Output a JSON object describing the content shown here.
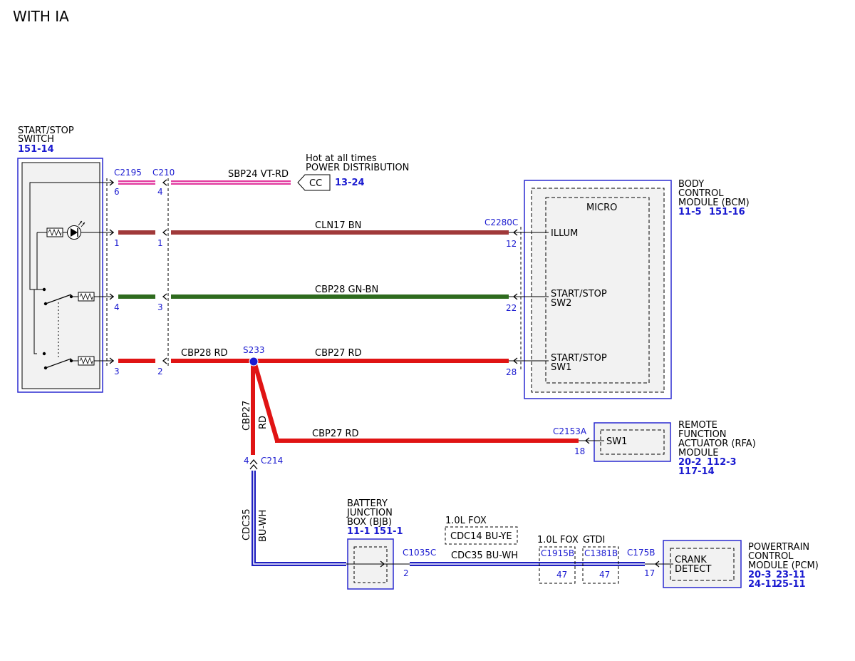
{
  "page_title": "WITH IA",
  "colors": {
    "blue_label": "#1a1ad0",
    "wire_vt_rd": "#e23aa0",
    "wire_bn": "#a0393a",
    "wire_gn_bn": "#2e6b1e",
    "wire_rd": "#e01414",
    "wire_bu_wh": "#2020c0"
  },
  "start_stop_switch": {
    "title_line1": "START/STOP",
    "title_line2": "SWITCH",
    "ref": "151-14",
    "pins": [
      "6",
      "1",
      "4",
      "3"
    ]
  },
  "connectors": {
    "c2195": "C2195",
    "c210": "C210",
    "c2280c": "C2280C",
    "c2153a": "C2153A",
    "c214": "C214",
    "c1035c": "C1035C",
    "c1915b": "C1915B",
    "c1381b": "C1381B",
    "c175b": "C175B"
  },
  "c210_pins": [
    "4",
    "1",
    "3",
    "2"
  ],
  "power": {
    "line1": "Hot at all times",
    "line2": "POWER DISTRIBUTION",
    "cc": "CC",
    "ref": "13-24"
  },
  "wires": {
    "sbp24": "SBP24  VT-RD",
    "cln17": "CLN17  BN",
    "cbp28_gnbn": "CBP28  GN-BN",
    "cbp28_rd": "CBP28  RD",
    "cbp27_rd": "CBP27  RD",
    "cbp27_rd_rfa": "CBP27  RD",
    "cbp27_vert_a": "CBP27",
    "cbp27_vert_b": "RD",
    "cdc35_vert_a": "CDC35",
    "cdc35_vert_b": "BU-WH",
    "cdc35_bottom": "CDC35  BU-WH"
  },
  "splice": "S233",
  "bcm": {
    "line1": "BODY",
    "line2": "CONTROL",
    "line3": "MODULE (BCM)",
    "ref1": "11-5",
    "ref2": "151-16",
    "micro": "MICRO",
    "illum": "ILLUM",
    "sw2_a": "START/STOP",
    "sw2_b": "SW2",
    "sw1_a": "START/STOP",
    "sw1_b": "SW1",
    "pins": [
      "12",
      "22",
      "28"
    ]
  },
  "rfa": {
    "line1": "REMOTE",
    "line2": "FUNCTION",
    "line3": "ACTUATOR (RFA)",
    "line4": "MODULE",
    "ref1": "20-2",
    "ref2": "112-3",
    "ref3": "117-14",
    "sw1": "SW1",
    "pin": "18"
  },
  "c214_pin": "4",
  "bjb": {
    "line1": "BATTERY",
    "line2": "JUNCTION",
    "line3": "BOX (BJB)",
    "ref1": "11-1",
    "ref2": "151-1",
    "pin": "2"
  },
  "fox_note": {
    "label": "1.0L FOX",
    "box": "CDC14  BU-YE"
  },
  "inline_1": {
    "label": "1.0L FOX",
    "pin": "47"
  },
  "inline_2": {
    "label": "GTDI",
    "pin": "47"
  },
  "pcm": {
    "line1": "POWERTRAIN",
    "line2": "CONTROL",
    "line3": "MODULE (PCM)",
    "refs_row1_a": "20-3",
    "refs_row1_b": "23-11",
    "refs_row2_a": "24-11",
    "refs_row2_b": "25-11",
    "crank_a": "CRANK",
    "crank_b": "DETECT",
    "pin": "17"
  }
}
